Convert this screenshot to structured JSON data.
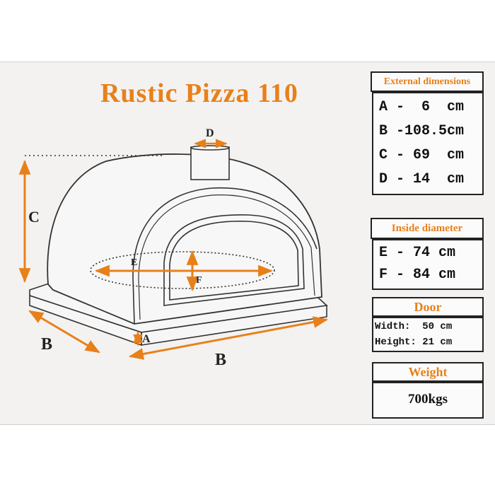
{
  "title": "Rustic Pizza 110",
  "colors": {
    "accent": "#e8801a",
    "ink": "#222222",
    "background": "#f3f2f1"
  },
  "diagram": {
    "labels": {
      "A": "A",
      "B_side": "B",
      "B_front": "B",
      "C": "C",
      "D": "D",
      "E": "E",
      "F": "F"
    }
  },
  "external_dimensions": {
    "header": "External dimensions",
    "rows": [
      "A -  6  cm",
      "B -108.5cm",
      "C - 69  cm",
      "D - 14  cm"
    ]
  },
  "inside_diameter": {
    "header": "Inside diameter",
    "rows": [
      "E - 74 cm",
      "F - 84 cm"
    ]
  },
  "door": {
    "header": "Door",
    "rows": [
      "Width:  50 cm",
      "Height: 21 cm"
    ]
  },
  "weight": {
    "header": "Weight",
    "value": "700kgs"
  }
}
